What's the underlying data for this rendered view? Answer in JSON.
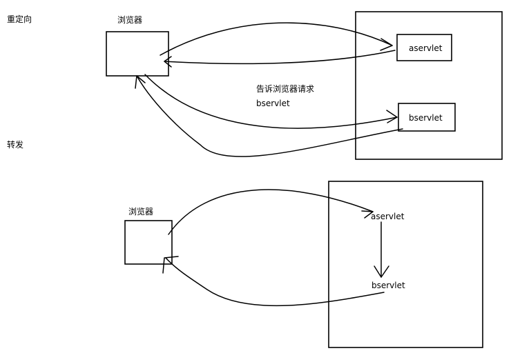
{
  "redirect": {
    "section_label": "重定向",
    "browser_label": "浏览器",
    "aservlet_label": "aservlet",
    "bservlet_label": "bservlet",
    "note_line1": "告诉浏览器请求",
    "note_line2": "bservlet"
  },
  "forward": {
    "section_label": "转发",
    "browser_label": "浏览器",
    "aservlet_label": "aservlet",
    "bservlet_label": "bservlet"
  },
  "colors": {
    "ink": "#000000",
    "background": "#ffffff"
  }
}
